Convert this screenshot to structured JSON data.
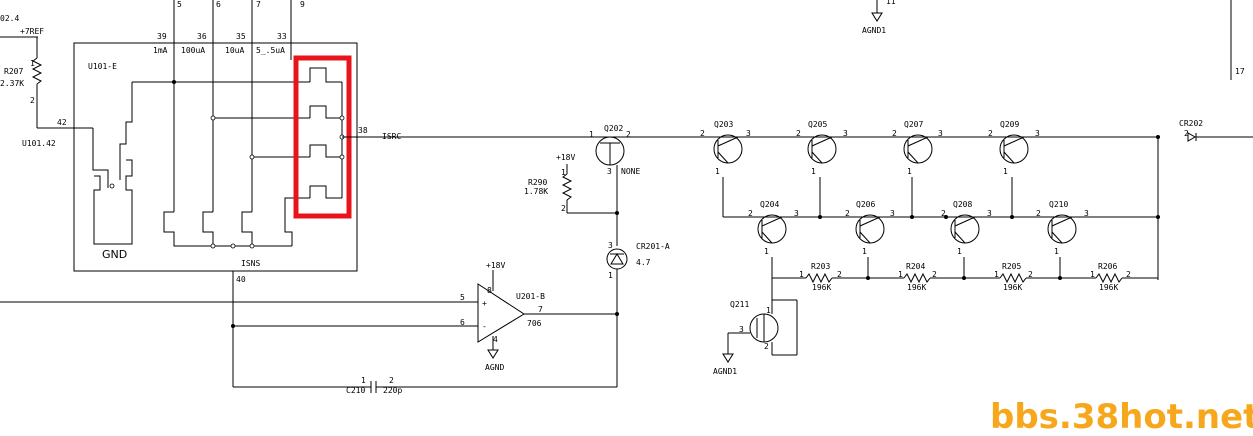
{
  "colors": {
    "wire": "#000000",
    "highlight": "#e8141b",
    "watermark": "#f7a71b",
    "background": "#ffffff"
  },
  "labels": {
    "ref_top": "02.4",
    "plus7ref": "+7REF",
    "r207_name": "R207",
    "r207_val": "2.37K",
    "pin42": "42",
    "u101_42": "U101.42",
    "u101_name": "U101-E",
    "top_pin5": "5",
    "top_pin6": "6",
    "top_pin7": "7",
    "top_pin9": "9",
    "pin39": "39",
    "pin36": "36",
    "pin35": "35",
    "pin33": "33",
    "cur_1ma": "1mA",
    "cur_100ua": "100uA",
    "cur_10ua": "10uA",
    "cur_5ua": "5_.5uA",
    "pin38": "38",
    "isrc": "ISRC",
    "gnd_label": "GND",
    "isns": "ISNS",
    "pin40": "40",
    "q202": "Q202",
    "q202_p1": "1",
    "q202_p2": "2",
    "q202_p3": "3",
    "none": "NONE",
    "plus18v_a": "+18V",
    "r290_name": "R290",
    "r290_val": "1.78K",
    "r290_p1": "1",
    "r290_p2": "2",
    "cr201_name": "CR201-A",
    "cr201_val": "4.7",
    "cr201_p3": "3",
    "cr201_p1": "1",
    "plus18v_b": "+18V",
    "u201_name": "U201-B",
    "u201_p8": "8",
    "u201_p5": "5",
    "u201_p6": "6",
    "u201_p7": "7",
    "u201_p4": "4",
    "u201_type": "706",
    "agnd_a": "AGND",
    "c210_name": "C210",
    "c210_val": "220p",
    "c210_p1": "1",
    "c210_p2": "2",
    "agnd1_top": "AGND1",
    "top_11": "11",
    "right_17": "17",
    "cr202": "CR202",
    "cr202_p2": "2",
    "q203": "Q203",
    "q205": "Q205",
    "q207": "Q207",
    "q209": "Q209",
    "q204": "Q204",
    "q206": "Q206",
    "q208": "Q208",
    "q210": "Q210",
    "pin_1": "1",
    "pin_2": "2",
    "pin_3": "3",
    "r203": "R203",
    "r204": "R204",
    "r205": "R205",
    "r206": "R206",
    "res_196k": "196K",
    "q211": "Q211",
    "agnd1_b": "AGND1",
    "watermark": "bbs.38hot.net"
  }
}
